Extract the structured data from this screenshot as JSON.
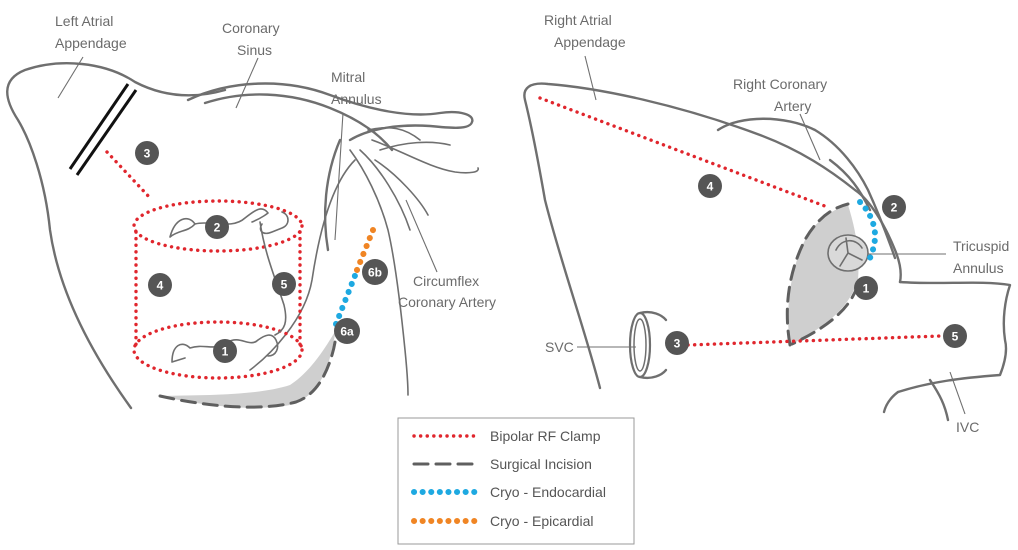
{
  "colors": {
    "bipolar_rf": "#e0262d",
    "surgical_incision": "#5f5f5f",
    "cryo_endo": "#1ea9e1",
    "cryo_epi": "#f08524",
    "badge": "#555555",
    "outline": "#6f6f6f",
    "incision_fill": "#cfcfcf"
  },
  "left_diagram": {
    "labels": {
      "left_atrial_appendage_1": "Left Atrial",
      "left_atrial_appendage_2": "Appendage",
      "coronary_sinus_1": "Coronary",
      "coronary_sinus_2": "Sinus",
      "mitral_annulus_1": "Mitral",
      "mitral_annulus_2": "Annulus",
      "circumflex_1": "Circumflex",
      "circumflex_2": "Coronary Artery"
    },
    "badges": {
      "b1": "1",
      "b2": "2",
      "b3": "3",
      "b4": "4",
      "b5": "5",
      "b6a": "6a",
      "b6b": "6b"
    }
  },
  "right_diagram": {
    "labels": {
      "right_atrial_appendage_1": "Right Atrial",
      "right_atrial_appendage_2": "Appendage",
      "right_coronary_1": "Right Coronary",
      "right_coronary_2": "Artery",
      "tricuspid_1": "Tricuspid",
      "tricuspid_2": "Annulus",
      "svc": "SVC",
      "ivc": "IVC"
    },
    "badges": {
      "b1": "1",
      "b2": "2",
      "b3": "3",
      "b4": "4",
      "b5": "5"
    }
  },
  "legend": {
    "items": [
      {
        "label": "Bipolar RF Clamp",
        "style": "red-dotted"
      },
      {
        "label": "Surgical Incision",
        "style": "gray-dashed"
      },
      {
        "label": "Cryo - Endocardial",
        "style": "blue-dotted"
      },
      {
        "label": "Cryo - Epicardial",
        "style": "orange-dotted"
      }
    ]
  }
}
